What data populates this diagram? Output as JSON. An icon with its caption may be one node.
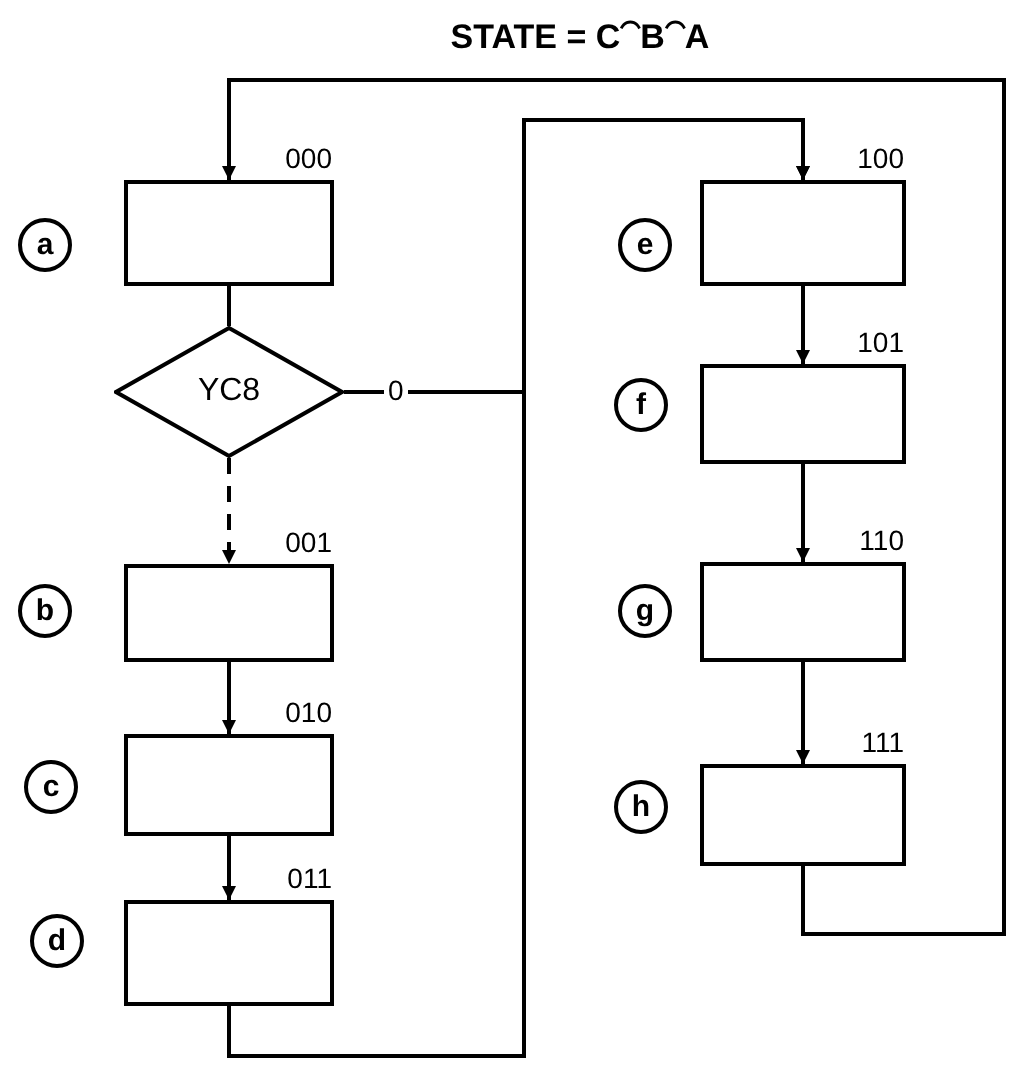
{
  "diagram": {
    "title": "STATE = C⁀B⁀A",
    "nodes": [
      {
        "text": [
          "a"
        ]
      },
      {
        "text": [],
        "shape": "box",
        "beside": [
          "000"
        ]
      },
      {
        "text": [
          "YC8"
        ]
      },
      {
        "text": [
          "b"
        ]
      },
      {
        "text": [],
        "shape": "box",
        "beside": [
          "001"
        ]
      },
      {
        "text": [
          "c"
        ]
      },
      {
        "text": [],
        "shape": "box",
        "beside": [
          "010"
        ]
      },
      {
        "text": [
          "d"
        ]
      },
      {
        "text": [],
        "shape": "box",
        "beside": [
          "011"
        ]
      },
      {
        "text": [
          "e"
        ]
      },
      {
        "text": [],
        "shape": "box",
        "beside": [
          "100"
        ]
      },
      {
        "text": [
          "f"
        ]
      },
      {
        "text": [],
        "shape": "box",
        "beside": [
          "101"
        ]
      },
      {
        "text": [
          "g"
        ]
      },
      {
        "text": [],
        "shape": "box",
        "beside": [
          "110"
        ]
      },
      {
        "text": [
          "h"
        ]
      },
      {
        "text": [],
        "shape": "box",
        "beside": [
          "111"
        ]
      }
    ],
    "edges": [
      {
        "from": 1,
        "to": 2,
        "arrow": "none"
      },
      {
        "from": 2,
        "to": 4,
        "arrow": "to",
        "style": "dashed"
      },
      {
        "from": 2,
        "to": 10,
        "arrow": "to",
        "label": "0"
      },
      {
        "from": 4,
        "to": 6,
        "arrow": "to"
      },
      {
        "from": 6,
        "to": 8,
        "arrow": "to"
      },
      {
        "from": 8,
        "to": 10,
        "arrow": "to"
      },
      {
        "from": 10,
        "to": 12,
        "arrow": "to"
      },
      {
        "from": 12,
        "to": 14,
        "arrow": "to"
      },
      {
        "from": 14,
        "to": 16,
        "arrow": "to"
      },
      {
        "from": 16,
        "to": 1,
        "arrow": "to"
      }
    ]
  }
}
